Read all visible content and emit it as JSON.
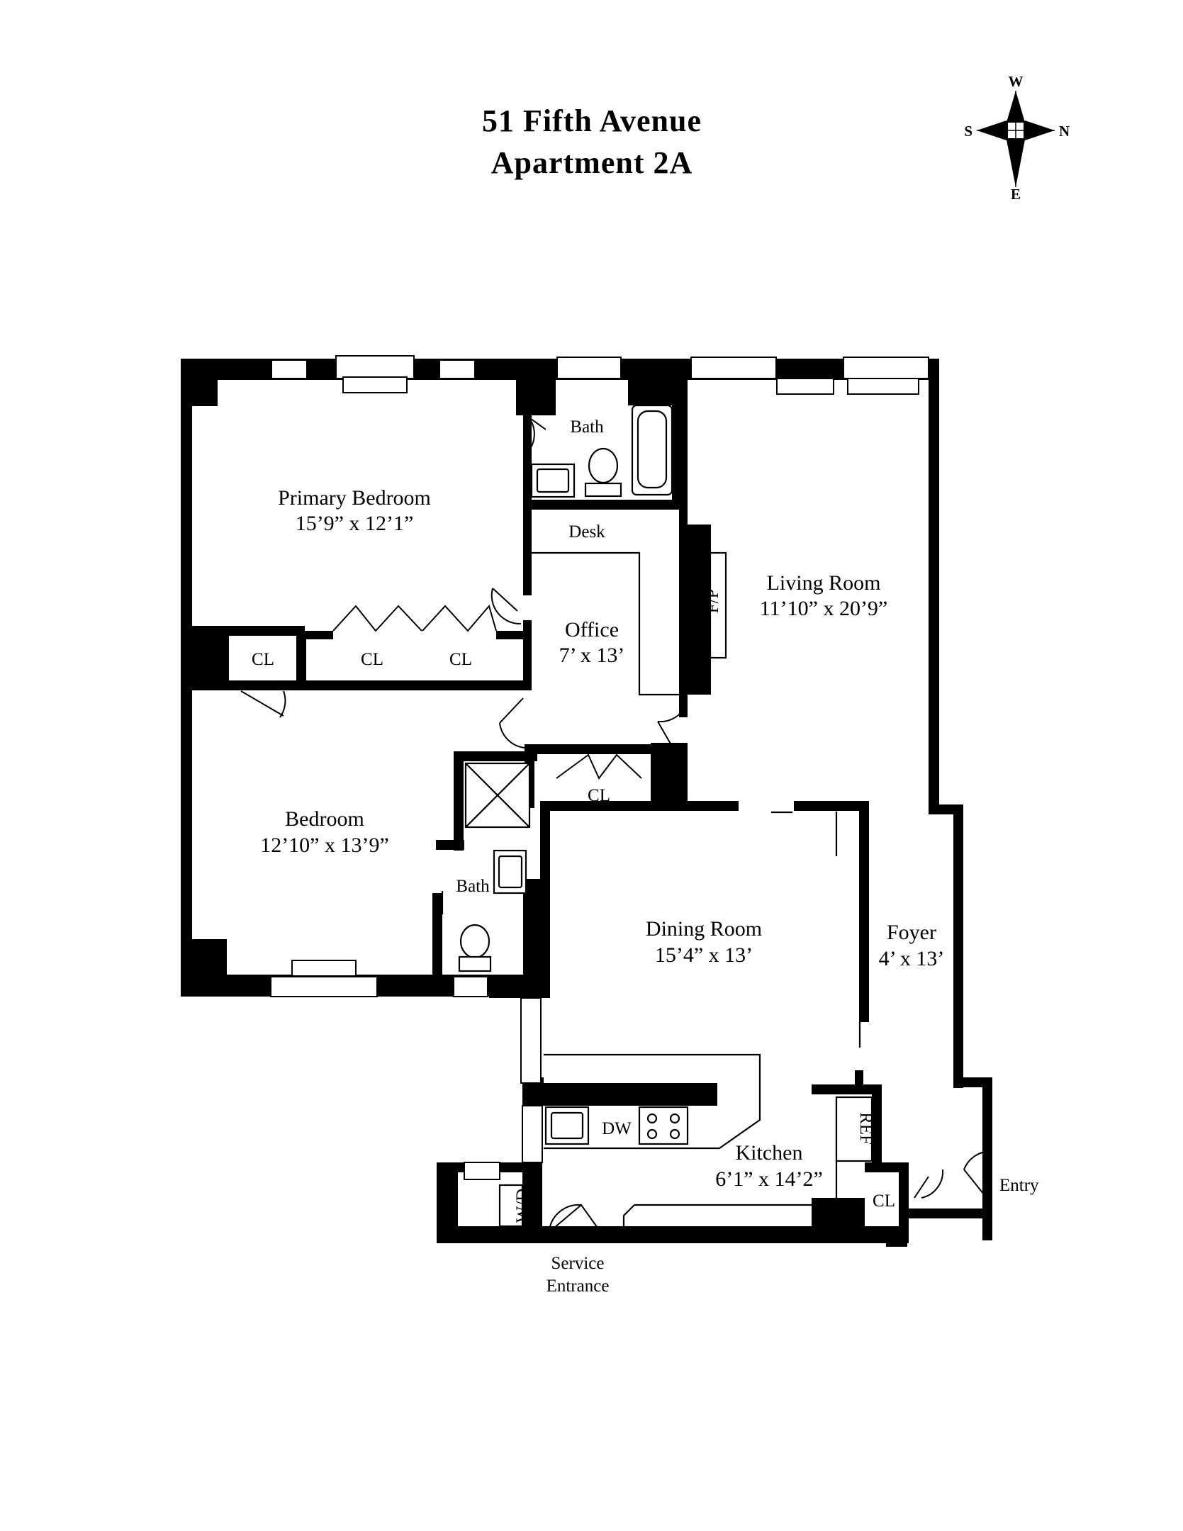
{
  "title": {
    "line1": "51 Fifth Avenue",
    "line2": "Apartment 2A"
  },
  "compass": {
    "north": "N",
    "south": "S",
    "east": "E",
    "west": "W"
  },
  "rooms": {
    "primary_bedroom": {
      "name": "Primary Bedroom",
      "size": "15’9” x 12’1”"
    },
    "bath_1": {
      "name": "Bath"
    },
    "desk": {
      "name": "Desk"
    },
    "office": {
      "name": "Office",
      "size": "7’ x 13’"
    },
    "living_room": {
      "name": "Living Room",
      "size": "11’10” x 20’9”"
    },
    "fireplace": {
      "name": "F/P"
    },
    "closet_1": {
      "name": "CL"
    },
    "closet_2": {
      "name": "CL"
    },
    "closet_3": {
      "name": "CL"
    },
    "closet_4": {
      "name": "CL"
    },
    "bedroom": {
      "name": "Bedroom",
      "size": "12’10” x 13’9”"
    },
    "bath_2": {
      "name": "Bath"
    },
    "dining_room": {
      "name": "Dining Room",
      "size": "15’4” x 13’"
    },
    "foyer": {
      "name": "Foyer",
      "size": "4’ x 13’"
    },
    "dishwasher": {
      "name": "DW"
    },
    "refrigerator": {
      "name": "REF"
    },
    "kitchen": {
      "name": "Kitchen",
      "size": "6’1” x 14’2”"
    },
    "washer_dryer": {
      "name": "W/D"
    },
    "closet_5": {
      "name": "CL"
    },
    "entry": {
      "name": "Entry"
    },
    "service_entrance": {
      "line1": "Service",
      "line2": "Entrance"
    }
  }
}
